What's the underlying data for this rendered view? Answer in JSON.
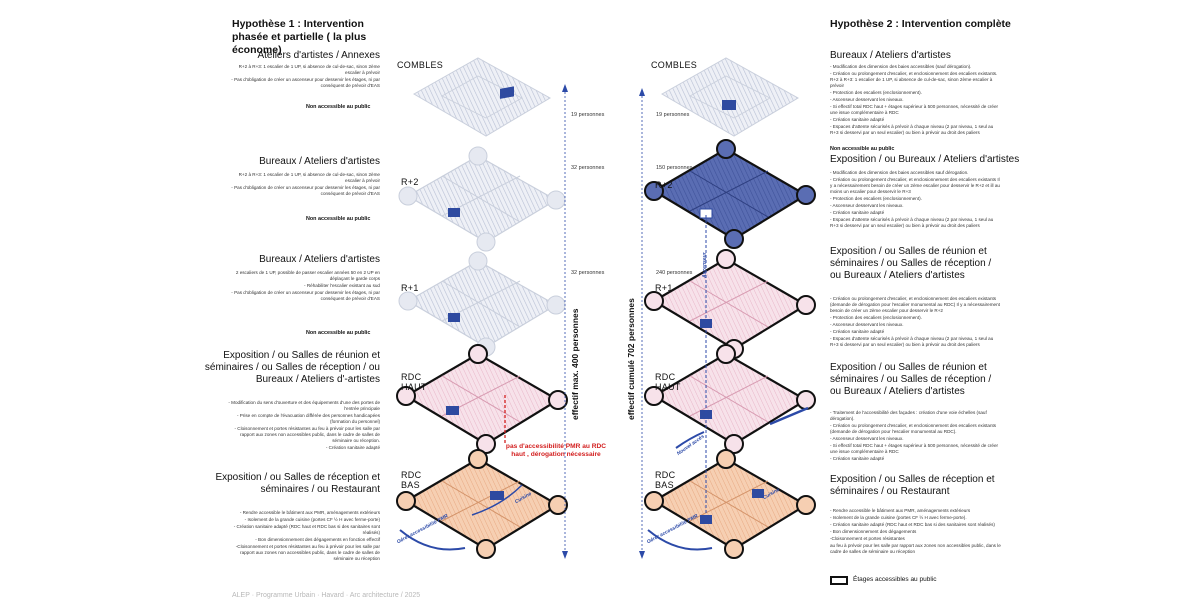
{
  "hyp1": {
    "title": "Hypothèse 1 : Intervention phasée et partielle ( la plus économe)",
    "sections": [
      {
        "title": "Ateliers d'artistes / Annexes",
        "notes": [
          "R+2 à R+3: 1 escalier de 1 UP, si absence de cul-de-sac, sinon 2ème escalier à prévoir",
          "- Pas d'obligation de créer un ascenseur pour desservir les étages, ni par conséquent de prévoir d'EAS"
        ],
        "status": "Non accessible au public"
      },
      {
        "title": "Bureaux / Ateliers d'artistes",
        "notes": [
          "R+2 à R+3: 1 escalier de 1 UP, si absence de cul-de-sac, sinon 2ème escalier à prévoir",
          "- Pas d'obligation de créer un ascenseur pour desservir les étages, ni par conséquent de prévoir d'EAS"
        ],
        "status": "Non accessible au public"
      },
      {
        "title": "Bureaux / Ateliers d'artistes",
        "notes": [
          "2 escaliers de 1 UP, possible de passer escalier années 50 en 2 UP en déplaçant le garde corps",
          "- Réhabiliter l'escalier existant au sud",
          "- Pas d'obligation de créer un ascenseur pour desservir les étages, ni par conséquent de prévoir d'EAS"
        ],
        "status": "Non accessible au public"
      },
      {
        "title": "Exposition / ou Salles de réunion et séminaires / ou Salles de réception / ou Bureaux / Ateliers d'-artistes",
        "notes": [
          "- Modification du sens d'ouverture et des équipements d'une des portes de l'entrée principale",
          "- Prise en compte de l'évacuation différée des personnes handicapées (formation du personnel)",
          "- Cloisonnement et portes résistantes au feu à prévoir pour les salle par rapport aux zones non accessibles public, dans le cadre de salles de séminaire ou réception.",
          "- Création sanitaire adapté"
        ]
      },
      {
        "title": "Exposition / ou Salles de réception et séminaires / ou Restaurant",
        "notes": [
          "- Rendre accessible le bâtiment aux PMR, aménagements extérieurs",
          "- Isolement de la grande cuisine (portes CF ½ H avec ferme-porte)",
          "- Création sanitaire adapté (RDC haut et RDC bas si des sanitaires sont réalisés)",
          "- Bon dimensionnement des dégagements en fonction effectif",
          "-Cloisonnement et portes résistantes au feu à prévoir pour les salle par rapport aux zones non accessibles public, dans le cadre de salles de séminaire ou réception"
        ]
      }
    ],
    "levels": [
      "COMBLES",
      "R+2",
      "R+1",
      "RDC HAUT",
      "RDC BAS"
    ],
    "persons": [
      "19 personnes",
      "32 personnes",
      "32 personnes"
    ],
    "vertical_label": "effectif max. 400 personnes",
    "warning": "pas d'accessibilité PMR au RDC haut , dérogation nécessaire",
    "ramp_label": "Gérer accessibilité PMR",
    "kitchen_label": "Cuisine"
  },
  "hyp2": {
    "title": "Hypothèse 2 : Intervention complète",
    "sections": [
      {
        "title": "Bureaux / Ateliers d'artistes",
        "notes": [
          "- Modification des dimension des baies accessibles (sauf dérogation).",
          "- Création ou prolongement d'escalier, et enclosionnement des escaliers existants. R+2 à R+3: 1 escalier de 1 UP, si absence de cul-de-sac, sinon 2ème escalier à prévoir",
          "- Protection des escaliers (enclosionnement).",
          "- Ascenseur desservant les niveaux.",
          "- Si effectif total RDC haut + étages supérieur à 500 personnes, nécessité de créer une issue complémentaire à RDC",
          "- Création sanitaire adapté",
          "- Espaces d'attente sécurisés à prévoir à chaque niveau (2 par niveau, 1 seul au R+3 si desservi par un seul escalier) ou bien à prévoir au droit des paliers"
        ],
        "status": "Non accessible au public"
      },
      {
        "title": "Exposition / ou Bureaux / Ateliers d'artistes",
        "notes": [
          "- Modification des dimension des baies accessibles sauf dérogation.",
          "- Création ou prolongement d'escalier, et enclosionnement des escaliers existants Il y a nécessairement besoin de créer un 2ème escalier pour desservir le R+2 et ill au moins un escalier pour desservir le R+3",
          "- Protection des escaliers (enclosionnement).",
          "- Ascenseur desservant les niveaux.",
          "- Création sanitaire adapté",
          "- Espaces d'attente sécurisés à prévoir à chaque niveau (2 par niveau, 1 seul au R+3 si desservi par un seul escalier) ou bien à prévoir au droit des paliers"
        ]
      },
      {
        "title": "Exposition / ou Salles de réunion et séminaires / ou Salles de réception / ou Bureaux / Ateliers d'artistes",
        "notes": [
          "- Création ou prolongement d'escalier, et enclosionnement des escaliers existants (demande de dérogation pour l'escalier monumental au RDC) Il y a nécessairement besoin de créer un 2ème escalier pour desservir le R+2",
          "- Protection des escaliers (enclosionnement).",
          "- Ascenseur desservant les niveaux.",
          "- Création sanitaire adapté",
          "- Espaces d'attente sécurisés à prévoir à chaque niveau (2 par niveau, 1 seul au R+3 si desservi par un seul escalier) ou bien à prévoir au droit des paliers"
        ]
      },
      {
        "title": "Exposition / ou Salles de réunion et séminaires / ou Salles de réception / ou Bureaux / Ateliers d'artistes",
        "notes": [
          "- Traitement de l'accessibilité des façades : création d'une voie échelles (sauf dérogation).",
          "- Création ou prolongement d'escalier, et enclosionnement des escaliers existants (demande de dérogation pour l'escalier monumental au RDC).",
          "- Ascenseur desservant les niveaux.",
          "- Si effectif total RDC haut + étages supérieur à 500 personnes, nécessité de créer une issue complémentaire à RDC",
          "- Création sanitaire adapté"
        ]
      },
      {
        "title": "Exposition / ou Salles de réception et séminaires / ou Restaurant",
        "notes": [
          "- Rendre accessible le bâtiment aux PMR, aménagements extérieurs",
          "- Isolement de la grande cuisine (portes CF ½ H avec ferme-porte).",
          "- Création sanitaire adapté (RDC haut et RDC bas si des sanitaires sont réalisés)",
          "- Bon dimensionnement des dégagements",
          "-Cloisonnement et portes résistantes",
          "au feu à prévoir pour les salle par rapport aux zones non accessibles public, dans le cadre de salles de séminaire ou réception"
        ]
      }
    ],
    "levels": [
      "COMBLES",
      "R+2",
      "R+1",
      "RDC HAUT",
      "RDC BAS"
    ],
    "persons": [
      "19 personnes",
      "150 personnes",
      "240 personnes"
    ],
    "vertical_label": "effectif cumulé 702 personnes",
    "ramp_label": "Gérer accessibilité PMR",
    "elevator_label": "Ascenseur",
    "access_label": "Nouvel accès",
    "kitchen_label": "Cuisine",
    "legend": "Étages accessibles au public"
  },
  "footer": "ALEP · Programme Urbain · Havard · Arc architecture / 2025",
  "colors": {
    "blue_fill": "#4f64ad",
    "pink_fill": "#f5dce6",
    "peach_fill": "#f6c9a8",
    "grey_hatch": "#c3cada",
    "accent_blue": "#2c4aa8",
    "warning_red": "#d32020"
  }
}
